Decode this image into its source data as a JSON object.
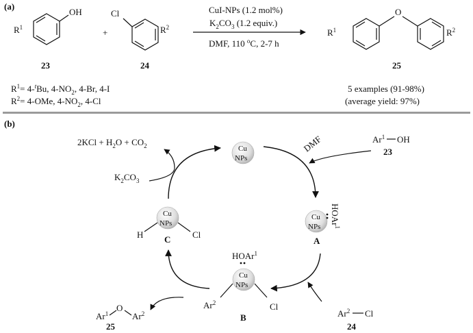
{
  "panel_a": {
    "label": "(a)",
    "reactant1": {
      "sub_pre": "R",
      "sub_sup": "1",
      "group": "OH",
      "number": "23"
    },
    "plus": "+",
    "reactant2": {
      "group": "Cl",
      "sub_pre": "R",
      "sub_sup": "2",
      "number": "24"
    },
    "conditions": {
      "line1": "CuI-NPs (1.2 mol%)",
      "line2_a": "K",
      "line2_sub": "2",
      "line2_b": "CO",
      "line2_sub2": "3",
      "line2_c": " (1.2 equiv.)",
      "line3_a": "DMF, 110 ",
      "line3_sup": "o",
      "line3_b": "C, 2-7 h"
    },
    "product": {
      "sub1_pre": "R",
      "sub1_sup": "1",
      "bridge": "O",
      "sub2_pre": "R",
      "sub2_sup": "2",
      "number": "25"
    },
    "r1_line": {
      "a": "R",
      "sup": "1",
      "b": "= 4-",
      "sup2": "t",
      "c": "Bu, 4-NO",
      "sub": "2",
      "d": ", 4-Br, 4-I"
    },
    "r2_line": {
      "a": "R",
      "sup": "2",
      "b": "= 4-OMe, 4-NO",
      "sub": "2",
      "c": ", 4-Cl"
    },
    "examples": "5 examples (91-98%)",
    "average": "(average yield: 97%)"
  },
  "panel_b": {
    "label": "(b)",
    "byproducts": {
      "a": "2KCl + H",
      "sub1": "2",
      "b": "O + CO",
      "sub2": "2"
    },
    "base": {
      "a": "K",
      "sub1": "2",
      "b": "CO",
      "sub2": "3"
    },
    "np_top": "Cu",
    "np_bottom": "NPs",
    "dmf": "DMF",
    "phenol": {
      "a": "Ar",
      "sup": "1",
      "b": "OH",
      "number": "23"
    },
    "state_a": {
      "ligand_a": "HOAr",
      "ligand_sup": "1",
      "tag": "A"
    },
    "state_b": {
      "ligand_a": "HOAr",
      "ligand_sup": "1",
      "left_a": "Ar",
      "left_sup": "2",
      "right": "Cl",
      "tag": "B"
    },
    "state_c": {
      "left": "H",
      "right": "Cl",
      "tag": "C"
    },
    "aryl_chloride": {
      "a": "Ar",
      "sup": "2",
      "b": "Cl",
      "number": "24"
    },
    "ether": {
      "a": "Ar",
      "sup1": "1",
      "o": "O",
      "b": "Ar",
      "sup2": "2",
      "number": "25"
    }
  }
}
